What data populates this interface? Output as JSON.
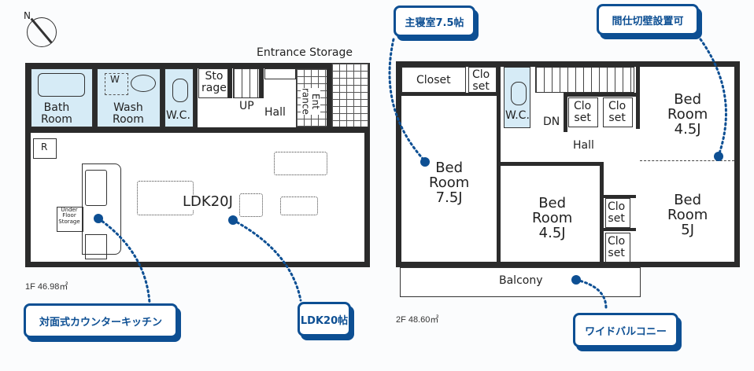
{
  "compass": {
    "label": "N"
  },
  "first_floor": {
    "area": "1F 46.98㎡",
    "entrance_storage": "Entrance Storage",
    "rooms": {
      "bath": "Bath\nRoom",
      "wash": "Wash\nRoom",
      "washer": "W",
      "wc": "W.C.",
      "storage": "Sto\nrage",
      "up": "UP",
      "hall": "Hall",
      "entrance": "Ent\nrance",
      "ldk": "LDK20J",
      "under_floor": "Under\nFloor\nStorage",
      "r_mark": "R"
    }
  },
  "second_floor": {
    "area": "2F 48.60㎡",
    "rooms": {
      "closet": "Closet",
      "closet2": "Clo\nset",
      "wc": "W.C.",
      "dn": "DN",
      "hall": "Hall",
      "closet3": "Clo\nset",
      "closet4": "Clo\nset",
      "bed_ne": "Bed\nRoom\n4.5J",
      "bed_w": "Bed\nRoom\n7.5J",
      "bed_mid": "Bed\nRoom\n4.5J",
      "closet5": "Clo\nset",
      "closet6": "Clo\nset",
      "bed_se": "Bed\nRoom\n5J",
      "balcony": "Balcony"
    }
  },
  "callouts": {
    "master_bedroom": "主寝室7.5帖",
    "partition": "間仕切壁設置可",
    "kitchen": "対面式カウンターキッチン",
    "ldk": "LDK20帖",
    "balcony": "ワイドバルコニー"
  },
  "colors": {
    "accent": "#0d4f93",
    "wet_area": "#d6ebf6",
    "wall": "#2b2b2b"
  }
}
